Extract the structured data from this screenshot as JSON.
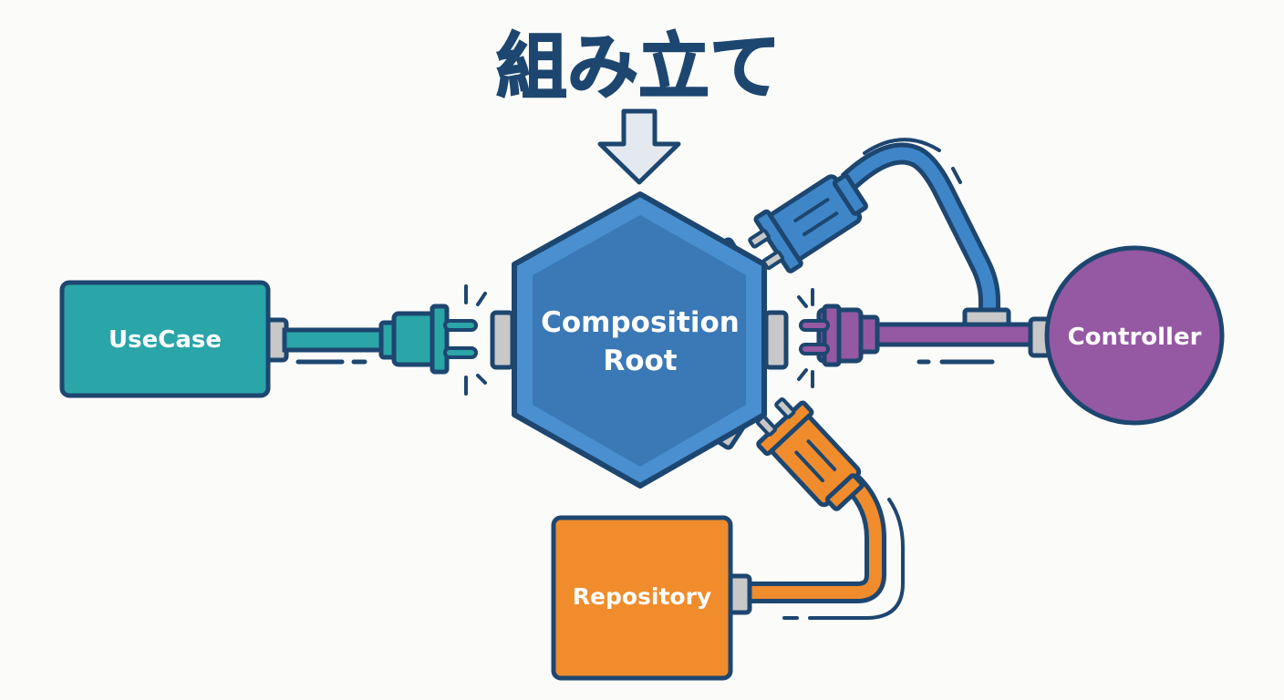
{
  "title": "組み立て",
  "colors": {
    "outline": "#1d4670",
    "hub": "#3d7fc0",
    "hub_inner": "#3a78b6",
    "usecase": "#2aa5a8",
    "controller": "#9558a3",
    "repository": "#f08c2c",
    "blue_cable": "#3f86c8",
    "socket": "#c8c8c8",
    "arrow_fill": "#e3e9ee",
    "background": "#fbfbf9"
  },
  "hub": {
    "label_line1": "Composition",
    "label_line2": "Root"
  },
  "nodes": {
    "usecase": {
      "label": "UseCase"
    },
    "controller": {
      "label": "Controller"
    },
    "repository": {
      "label": "Repository"
    }
  }
}
